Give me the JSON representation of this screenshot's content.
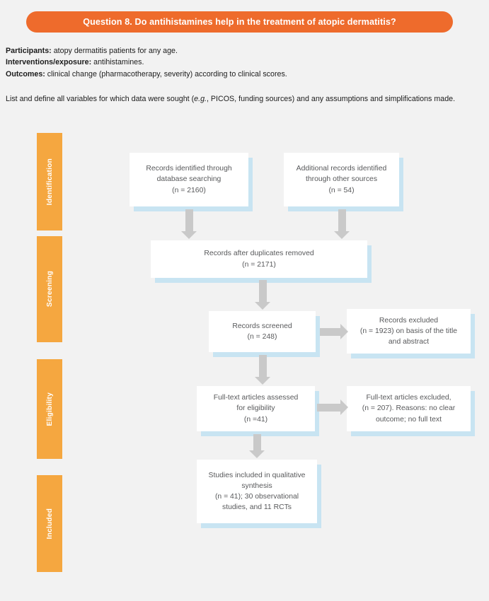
{
  "banner": {
    "title": "Question 8. Do antihistamines help in the treatment of atopic dermatitis?",
    "color": "#ee6b2c"
  },
  "picos": {
    "participants_label": "Participants:",
    "participants_value": " atopy dermatitis patients for any age.",
    "interventions_label": "Interventions/exposure:",
    "interventions_value": " antihistamines.",
    "outcomes_label": "Outcomes:",
    "outcomes_value": " clinical change (pharmacotherapy, severity) according to clinical scores."
  },
  "variables_note": {
    "before": "List and define all variables for which data were sought (",
    "italic": "e.g.",
    "after": ", PICOS, funding sources) and any assumptions and simplifications made."
  },
  "stages": {
    "color": "#f5a740",
    "identification": "Identification",
    "screening": "Screening",
    "eligibility": "Eligibility",
    "included": "Included"
  },
  "flow": {
    "shadow_color": "#c8e4f2",
    "text_color": "#58595b",
    "arrow_color": "#c9c9c9",
    "boxes": {
      "db_search": "Records identified through\ndatabase searching\n(n = 2160)",
      "other_sources": "Additional records identified\nthrough other sources\n(n = 54)",
      "duplicates_removed": "Records after duplicates removed\n(n = 2171)",
      "records_screened": "Records screened\n(n = 248)",
      "records_excluded": "Records excluded\n(n = 1923) on basis of the title\nand abstract",
      "fulltext_assessed": "Full-text articles assessed\nfor eligibility\n(n =41)",
      "fulltext_excluded": "Full-text articles excluded,\n(n = 207). Reasons: no clear\noutcome; no full text",
      "qualitative_synthesis": "Studies included in qualitative\nsynthesis\n(n = 41); 30 observational\nstudies, and 11 RCTs"
    }
  }
}
